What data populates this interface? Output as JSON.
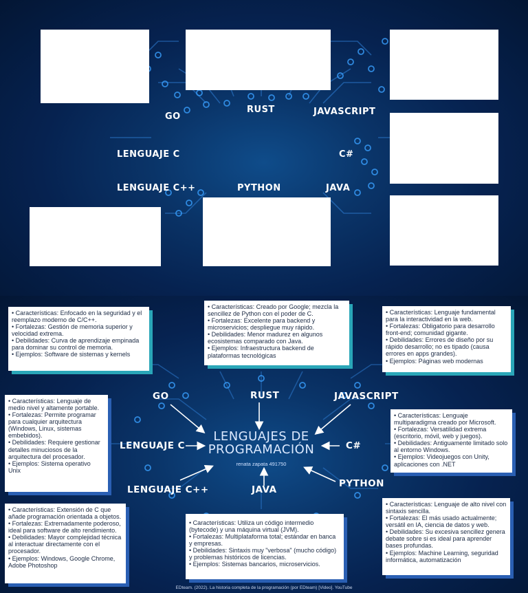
{
  "top": {
    "languages": {
      "go": "GO",
      "rust": "RUST",
      "javascript": "JAVASCRIPT",
      "c": "LENGUAJE C",
      "csharp": "C#",
      "cpp": "LENGUAJE C++",
      "python": "PYTHON",
      "java": "JAVA"
    }
  },
  "bottom": {
    "title_line1": "LENGUAJES DE",
    "title_line2": "PROGRAMACIÓN",
    "author": "renata zapata 491750",
    "citation": "EDteam. (2022). La historia completa de la programación (por EDteam) [Video]. YouTube",
    "languages": {
      "go": "GO",
      "rust": "RUST",
      "javascript": "JAVASCRIPT",
      "c": "LENGUAJE C",
      "csharp": "C#",
      "cpp": "LENGUAJE C++",
      "python": "PYTHON",
      "java": "JAVA"
    },
    "cards": {
      "rust": [
        "• Características: Enfocado en la seguridad y el reemplazo moderno de C/C++.",
        "• Fortalezas: Gestión de memoria superior y velocidad extrema.",
        "• Debilidades: Curva de aprendizaje empinada para dominar su control de memoria.",
        "• Ejemplos: Software de sistemas y kernels"
      ],
      "go": [
        "• Características: Creado por Google; mezcla la sencillez de Python con el poder de C.",
        "• Fortalezas: Excelente para backend y microservicios; despliegue muy rápido.",
        "• Debilidades: Menor madurez en algunos ecosistemas comparado con Java.",
        "• Ejemplos: Infraestructura backend de plataformas tecnológicas"
      ],
      "javascript": [
        "• Características: Lenguaje fundamental para la interactividad en la web.",
        "• Fortalezas: Obligatorio para desarrollo front-end; comunidad gigante.",
        "• Debilidades: Errores de diseño por su rápido desarrollo; no es tipado (causa errores en apps grandes).",
        "• Ejemplos: Páginas web modernas"
      ],
      "c": [
        "• Características: Lenguaje de medio nivel y altamente portable.",
        "• Fortalezas: Permite programar para cualquier arquitectura (Windows, Linux, sistemas embebidos).",
        "• Debilidades: Requiere gestionar detalles minuciosos de la arquitectura del procesador.",
        "• Ejemplos: Sistema operativo Unix"
      ],
      "csharp": [
        "• Características: Lenguaje multiparadigma creado por Microsoft.",
        "• Fortalezas: Versatilidad extrema (escritorio, móvil, web y juegos).",
        "• Debilidades: Antiguamente limitado solo al entorno Windows.",
        "• Ejemplos: Videojuegos con Unity, aplicaciones con .NET"
      ],
      "cpp": [
        "• Características: Extensión de C que añade programación orientada a objetos.",
        "• Fortalezas: Extremadamente poderoso, ideal para software de alto rendimiento.",
        "• Debilidades: Mayor complejidad técnica al interactuar directamente con el procesador.",
        "• Ejemplos: Windows, Google Chrome, Adobe Photoshop"
      ],
      "java": [
        "• Características: Utiliza un código intermedio (bytecode) y una máquina virtual (JVM).",
        "• Fortalezas: Multiplataforma total; estándar en banca y empresas.",
        "• Debilidades: Sintaxis muy \"verbosa\" (mucho código) y problemas históricos de licencias.",
        "• Ejemplos: Sistemas bancarios, microservicios."
      ],
      "python": [
        "• Características: Lenguaje de alto nivel con sintaxis sencilla.",
        "• Fortalezas: El más usado actualmente; versátil en IA, ciencia de datos y web.",
        "• Debilidades: Su excesiva sencillez genera debate sobre si es ideal para aprender bases profundas.",
        "• Ejemplos: Machine Learning, seguridad informática, automatización"
      ]
    }
  }
}
